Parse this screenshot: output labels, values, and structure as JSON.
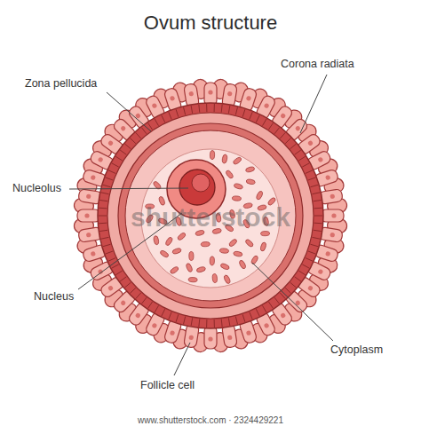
{
  "diagram": {
    "title": "Ovum structure",
    "labels": [
      "Zona pellucida",
      "Corona radiata",
      "Nucleolus",
      "Nucleus",
      "Cytoplasm",
      "Follicle cell",
      "shutterstock",
      "www.shutterstock.com · 2324429221"
    ]
  }
}
